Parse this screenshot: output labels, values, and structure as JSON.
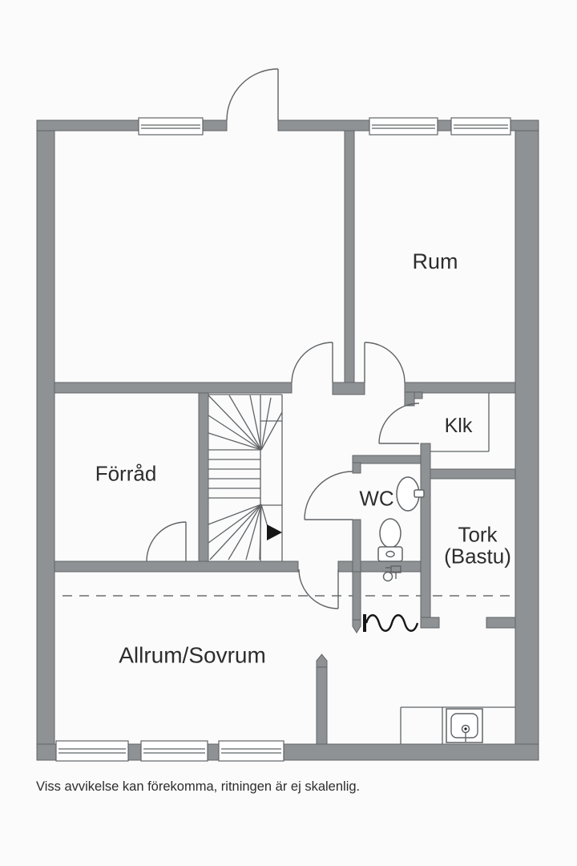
{
  "floorplan": {
    "rooms": [
      {
        "id": "rum",
        "label": "Rum"
      },
      {
        "id": "forrad",
        "label": "Förråd"
      },
      {
        "id": "klk",
        "label": "Klk"
      },
      {
        "id": "wc",
        "label": "WC"
      },
      {
        "id": "tork-bastu",
        "label": "Tork",
        "label2": "(Bastu)"
      },
      {
        "id": "allrum-sovrum",
        "label": "Allrum/Sovrum"
      }
    ],
    "disclaimer": "Viss avvikelse kan förekomma, ritningen är ej skalenlig.",
    "colors": {
      "wall": "#8f9294",
      "wall-edge": "#606467",
      "line": "#5f6366",
      "ink": "#161616",
      "text": "#2d2d2d",
      "background": "#fbfbfb"
    }
  }
}
